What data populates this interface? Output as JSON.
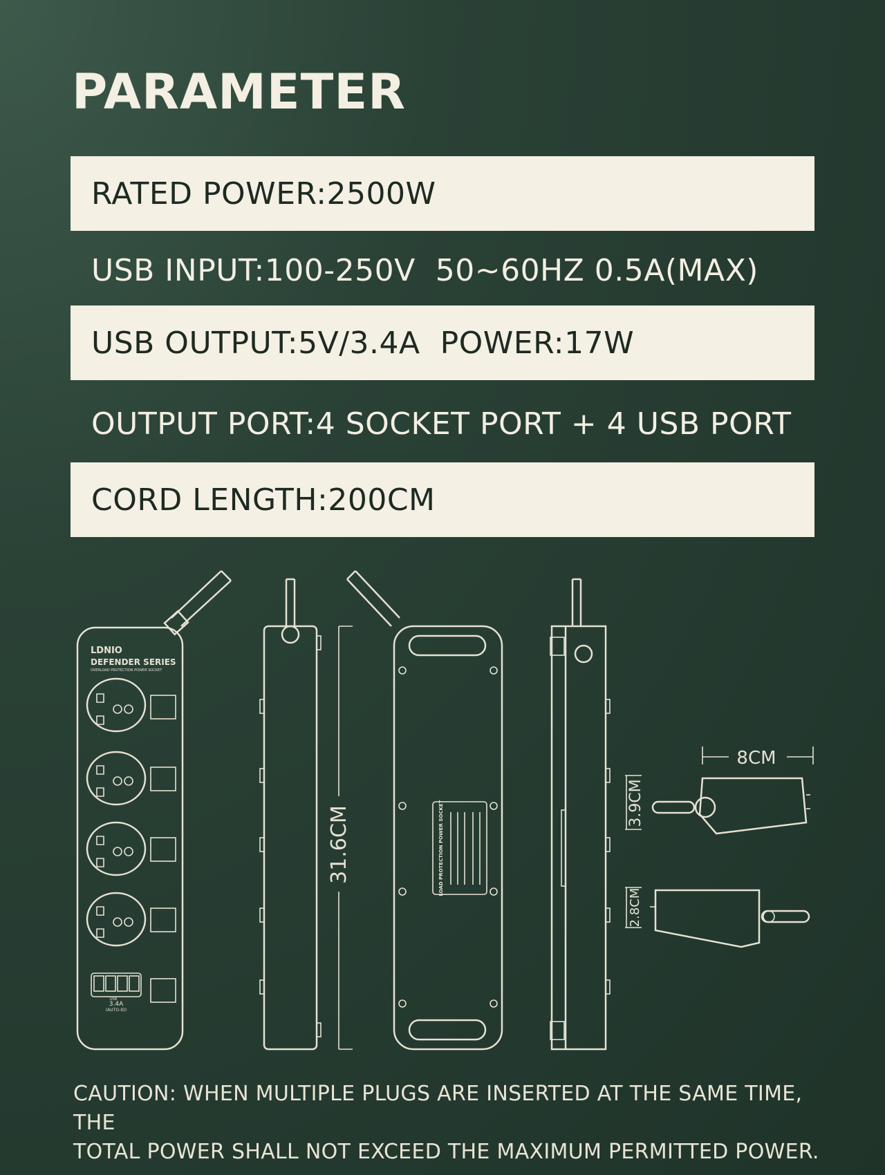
{
  "title": "PARAMETER",
  "specs": [
    {
      "text": "RATED POWER:2500W"
    },
    {
      "text": "USB INPUT:100-250V  50~60HZ 0.5A(MAX)"
    },
    {
      "text": "USB OUTPUT:5V/3.4A  POWER:17W"
    },
    {
      "text": "OUTPUT PORT:4 SOCKET PORT + 4 USB PORT"
    },
    {
      "text": "CORD LENGTH:200CM"
    }
  ],
  "diagram": {
    "brand": "LDNIO",
    "series": "DEFENDER SERIES",
    "series_sub": "OVERLOAD PROTECTION POWER SOCKET",
    "usb_rating": "3.4A",
    "usb_auto": "(AUTO-ID)",
    "usb_type": "USB",
    "back_label_title": "LOAD PROTECTION POWER SOCKET",
    "dim_length": "31.6CM",
    "dim_width": "8CM",
    "dim_height_max": "3.9CM",
    "dim_height_min": "2.8CM"
  },
  "caution": {
    "line1": "CAUTION:  WHEN MULTIPLE PLUGS ARE INSERTED AT THE SAME TIME, THE",
    "line2": "TOTAL POWER SHALL NOT EXCEED THE MAXIMUM PERMITTED POWER."
  }
}
